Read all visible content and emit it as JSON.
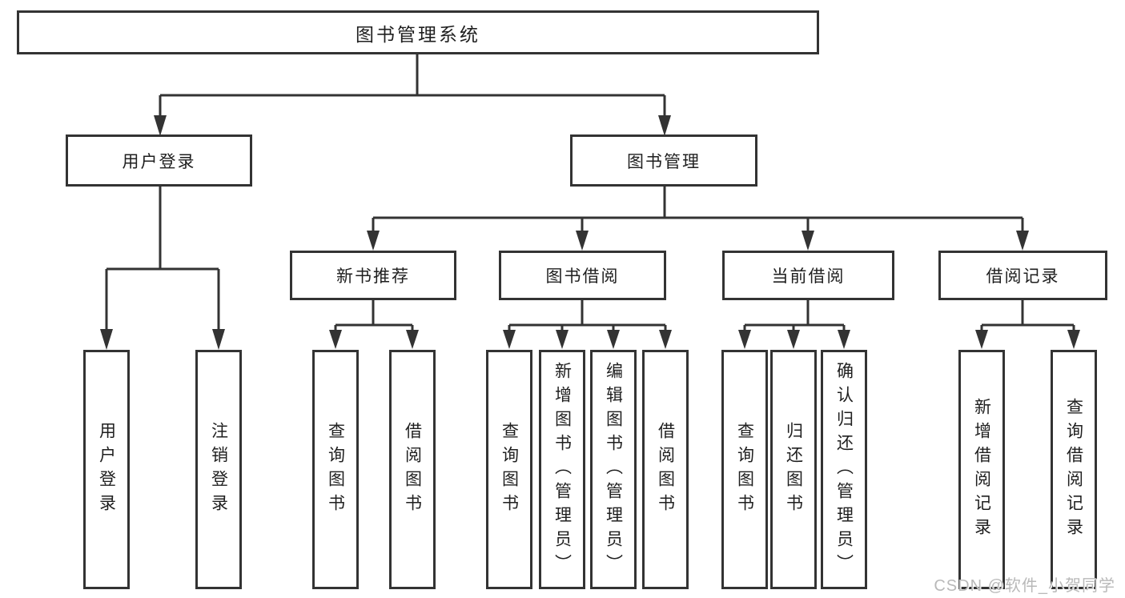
{
  "diagram": {
    "title": "图书管理系统",
    "level2": {
      "user_login": "用户登录",
      "book_management": "图书管理"
    },
    "level3": {
      "new_book": "新书推荐",
      "borrow": "图书借阅",
      "current": "当前借阅",
      "records": "借阅记录"
    },
    "leaves": {
      "user_login": [
        "用户登录",
        "注销登录"
      ],
      "new_book": [
        "查询图书",
        "借阅图书"
      ],
      "borrow": [
        "查询图书",
        "新增图书（管理员）",
        "编辑图书（管理员）",
        "借阅图书"
      ],
      "current": [
        "查询图书",
        "归还图书",
        "确认归还（管理员）"
      ],
      "records": [
        "新增借阅记录",
        "查询借阅记录"
      ]
    },
    "watermark": "CSDN @软件_小贺同学",
    "colors": {
      "line": "#333333",
      "text": "#1f1f1f",
      "background": "#ffffff",
      "watermark": "#b9b9b9"
    }
  }
}
